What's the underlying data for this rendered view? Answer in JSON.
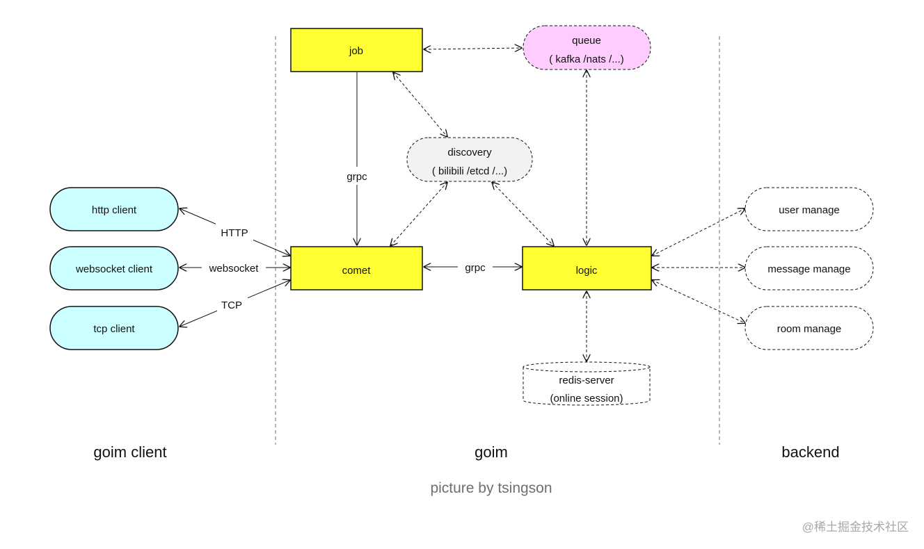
{
  "colors": {
    "server_fill": "#ffff33",
    "client_fill": "#ccffff",
    "queue_fill": "#ffccff",
    "discovery_fill": "#f2f2f5",
    "backend_fill": "#ffffff",
    "stroke": "#111111",
    "divider": "#888888"
  },
  "nodes": {
    "job": {
      "label": "job"
    },
    "comet": {
      "label": "comet"
    },
    "logic": {
      "label": "logic"
    },
    "queue": {
      "line1": "queue",
      "line2": "( kafka /nats /...)"
    },
    "discovery": {
      "line1": "discovery",
      "line2": "( bilibili /etcd /...)"
    },
    "http_client": {
      "label": "http client"
    },
    "websocket_client": {
      "label": "websocket client"
    },
    "tcp_client": {
      "label": "tcp client"
    },
    "user_manage": {
      "label": "user manage"
    },
    "message_manage": {
      "label": "message manage"
    },
    "room_manage": {
      "label": "room manage"
    },
    "redis": {
      "line1": "redis-server",
      "line2": "(online session)"
    }
  },
  "edge_labels": {
    "job_comet": "grpc",
    "comet_logic": "grpc",
    "http": "HTTP",
    "websocket": "websocket",
    "tcp": "TCP"
  },
  "sections": {
    "client": "goim client",
    "goim": "goim",
    "backend": "backend"
  },
  "caption": "picture by tsingson",
  "watermark": "@稀土掘金技术社区"
}
